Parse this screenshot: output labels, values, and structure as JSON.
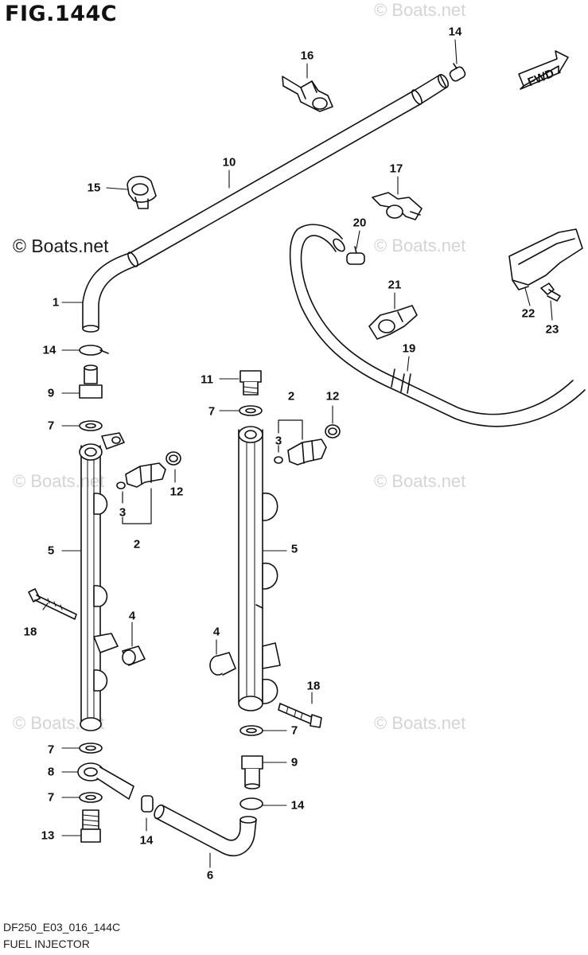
{
  "figure": {
    "title": "FIG.144C",
    "code": "DF250_E03_016_144C",
    "name": "FUEL INJECTOR"
  },
  "watermark": {
    "faded_text": "© Boats.net",
    "dark_text": "© Boats.net"
  },
  "forward_arrow": {
    "label": "FWD"
  },
  "callouts": [
    {
      "id": "c1",
      "text": "1"
    },
    {
      "id": "c2a",
      "text": "2"
    },
    {
      "id": "c2b",
      "text": "2"
    },
    {
      "id": "c3a",
      "text": "3"
    },
    {
      "id": "c3b",
      "text": "3"
    },
    {
      "id": "c4a",
      "text": "4"
    },
    {
      "id": "c4b",
      "text": "4"
    },
    {
      "id": "c5a",
      "text": "5"
    },
    {
      "id": "c5b",
      "text": "5"
    },
    {
      "id": "c6",
      "text": "6"
    },
    {
      "id": "c7a",
      "text": "7"
    },
    {
      "id": "c7b",
      "text": "7"
    },
    {
      "id": "c7c",
      "text": "7"
    },
    {
      "id": "c7d",
      "text": "7"
    },
    {
      "id": "c7e",
      "text": "7"
    },
    {
      "id": "c8",
      "text": "8"
    },
    {
      "id": "c9a",
      "text": "9"
    },
    {
      "id": "c9b",
      "text": "9"
    },
    {
      "id": "c10",
      "text": "10"
    },
    {
      "id": "c11",
      "text": "11"
    },
    {
      "id": "c12a",
      "text": "12"
    },
    {
      "id": "c12b",
      "text": "12"
    },
    {
      "id": "c13",
      "text": "13"
    },
    {
      "id": "c14a",
      "text": "14"
    },
    {
      "id": "c14b",
      "text": "14"
    },
    {
      "id": "c14c",
      "text": "14"
    },
    {
      "id": "c14d",
      "text": "14"
    },
    {
      "id": "c15",
      "text": "15"
    },
    {
      "id": "c16",
      "text": "16"
    },
    {
      "id": "c17",
      "text": "17"
    },
    {
      "id": "c18a",
      "text": "18"
    },
    {
      "id": "c18b",
      "text": "18"
    },
    {
      "id": "c19",
      "text": "19"
    },
    {
      "id": "c20",
      "text": "20"
    },
    {
      "id": "c21",
      "text": "21"
    },
    {
      "id": "c22",
      "text": "22"
    },
    {
      "id": "c23",
      "text": "23"
    }
  ]
}
